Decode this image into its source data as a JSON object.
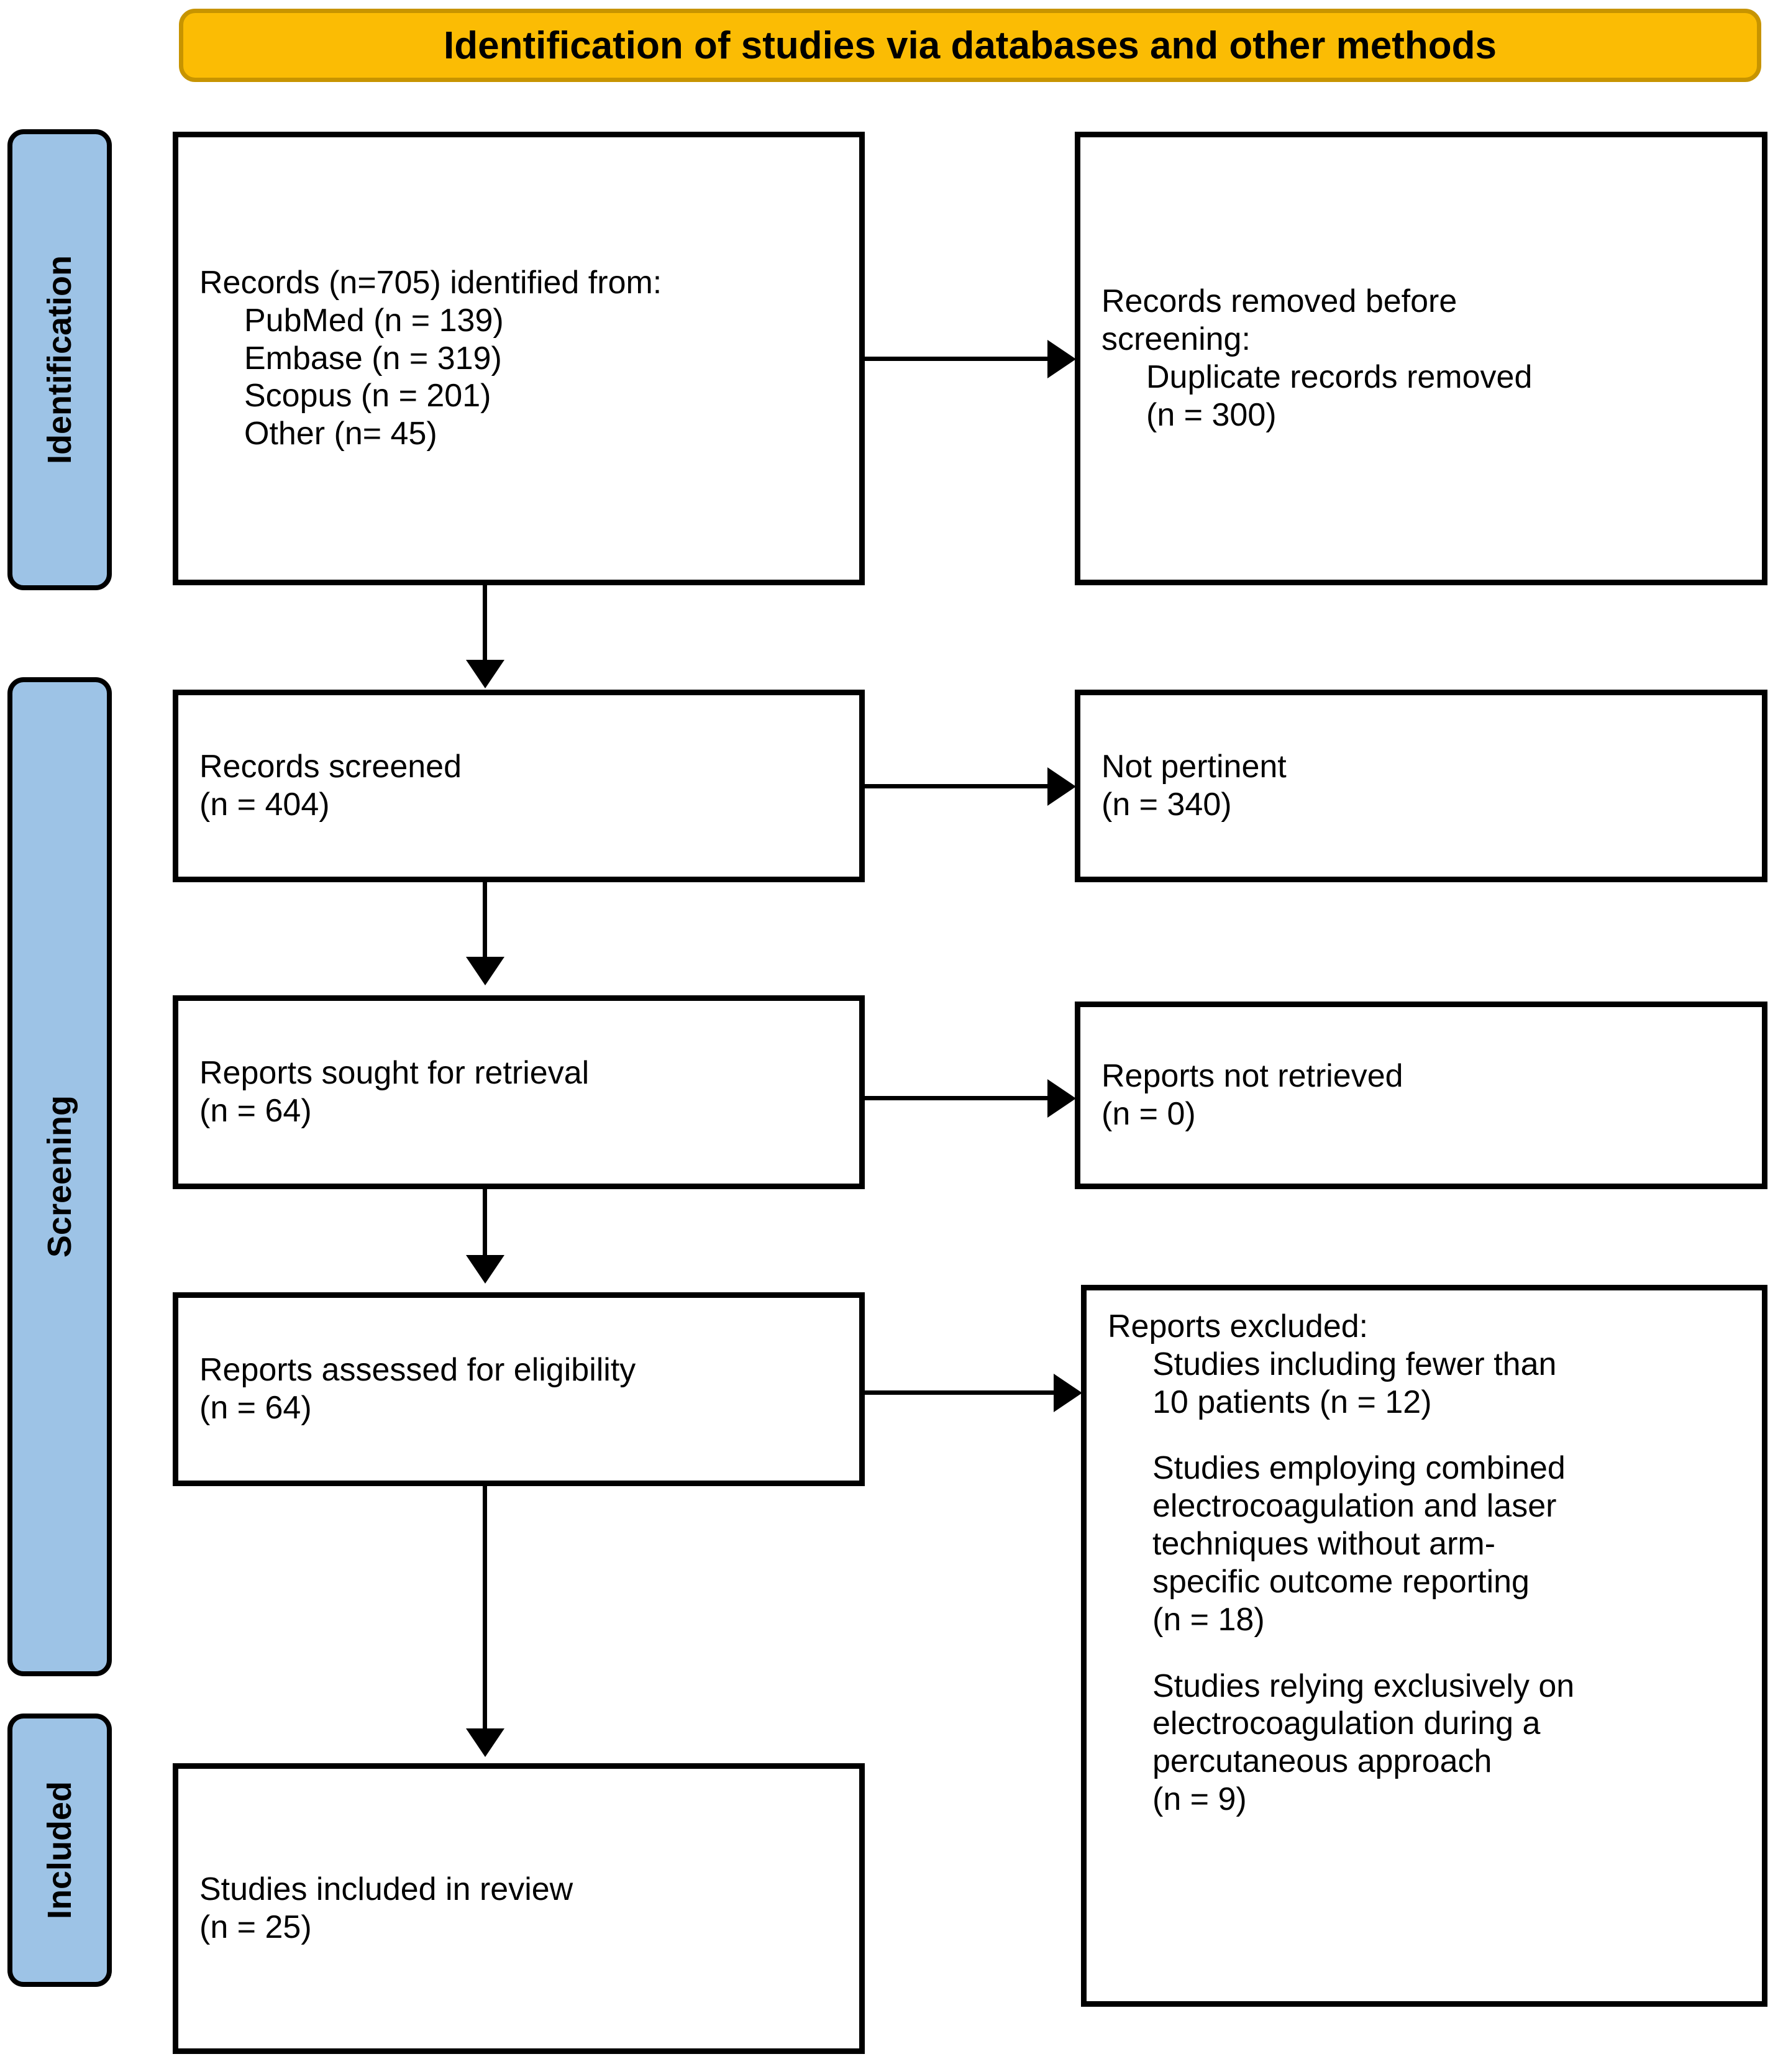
{
  "header": {
    "title": "Identification of studies via databases and other methods",
    "bar_color": "#fbbc04",
    "border_color": "#c79400"
  },
  "rails": {
    "identification": "Identification",
    "screening": "Screening",
    "included": "Included",
    "fill_color": "#9dc3e6"
  },
  "boxes": {
    "records_identified": {
      "line1": "Records (n=705) identified from:",
      "line2": "PubMed (n = 139)",
      "line3": "Embase (n = 319)",
      "line4": "Scopus (n = 201)",
      "line5": "Other (n= 45)"
    },
    "records_removed": {
      "line1": "Records removed ",
      "line1_italic": "before",
      "line2_italic": "screening",
      "line2_tail": ":",
      "line3": "Duplicate records removed",
      "line4": "(n = 300)"
    },
    "records_screened": {
      "line1": "Records screened",
      "line2": "(n = 404)"
    },
    "not_pertinent": {
      "line1": "Not pertinent",
      "line2": "(n = 340)"
    },
    "reports_sought": {
      "line1": "Reports sought for retrieval",
      "line2": "(n = 64)"
    },
    "reports_not_retrieved": {
      "line1": "Reports not retrieved",
      "line2": "(n = 0)"
    },
    "reports_assessed": {
      "line1": "Reports assessed for eligibility",
      "line2": "(n = 64)"
    },
    "reports_excluded": {
      "heading": "Reports excluded:",
      "r1_l1": "Studies including fewer than",
      "r1_l2": "10 patients (n = 12)",
      "r2_l1": "Studies employing combined",
      "r2_l2": "electrocoagulation and laser",
      "r2_l3": "techniques without arm-",
      "r2_l4": "specific outcome reporting",
      "r2_l5": "(n = 18)",
      "r3_l1": "Studies relying exclusively on",
      "r3_l2": "electrocoagulation during a",
      "r3_l3": "percutaneous approach",
      "r3_l4": "(n = 9)"
    },
    "studies_included": {
      "line1": "Studies included in review",
      "line2": "(n = 25)"
    }
  },
  "chart_data": {
    "type": "table",
    "title": "PRISMA 2020 flow diagram",
    "stages": [
      {
        "stage": "Identification",
        "nodes": [
          {
            "label": "Records identified from",
            "n": 705,
            "sources": [
              {
                "name": "PubMed",
                "n": 139
              },
              {
                "name": "Embase",
                "n": 319
              },
              {
                "name": "Scopus",
                "n": 201
              },
              {
                "name": "Other",
                "n": 45
              }
            ]
          },
          {
            "label": "Duplicate records removed before screening",
            "n": 300
          }
        ]
      },
      {
        "stage": "Screening",
        "nodes": [
          {
            "label": "Records screened",
            "n": 404
          },
          {
            "label": "Not pertinent",
            "n": 340
          },
          {
            "label": "Reports sought for retrieval",
            "n": 64
          },
          {
            "label": "Reports not retrieved",
            "n": 0
          },
          {
            "label": "Reports assessed for eligibility",
            "n": 64
          },
          {
            "label": "Studies including fewer than 10 patients",
            "n": 12
          },
          {
            "label": "Studies employing combined electrocoagulation and laser techniques without arm-specific outcome reporting",
            "n": 18
          },
          {
            "label": "Studies relying exclusively on electrocoagulation during a percutaneous approach",
            "n": 9
          }
        ]
      },
      {
        "stage": "Included",
        "nodes": [
          {
            "label": "Studies included in review",
            "n": 25
          }
        ]
      }
    ]
  }
}
